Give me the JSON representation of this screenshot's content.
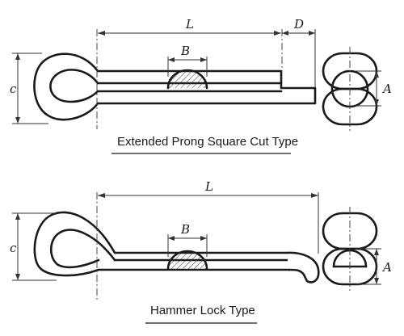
{
  "top_view": {
    "caption": "Extended Prong Square Cut Type",
    "labels": {
      "length": "L",
      "extension": "D",
      "bearing": "B",
      "eye": "c",
      "section": "A"
    }
  },
  "bottom_view": {
    "caption": "Hammer Lock Type",
    "labels": {
      "length": "L",
      "bearing": "B",
      "eye": "c",
      "section": "A"
    }
  }
}
